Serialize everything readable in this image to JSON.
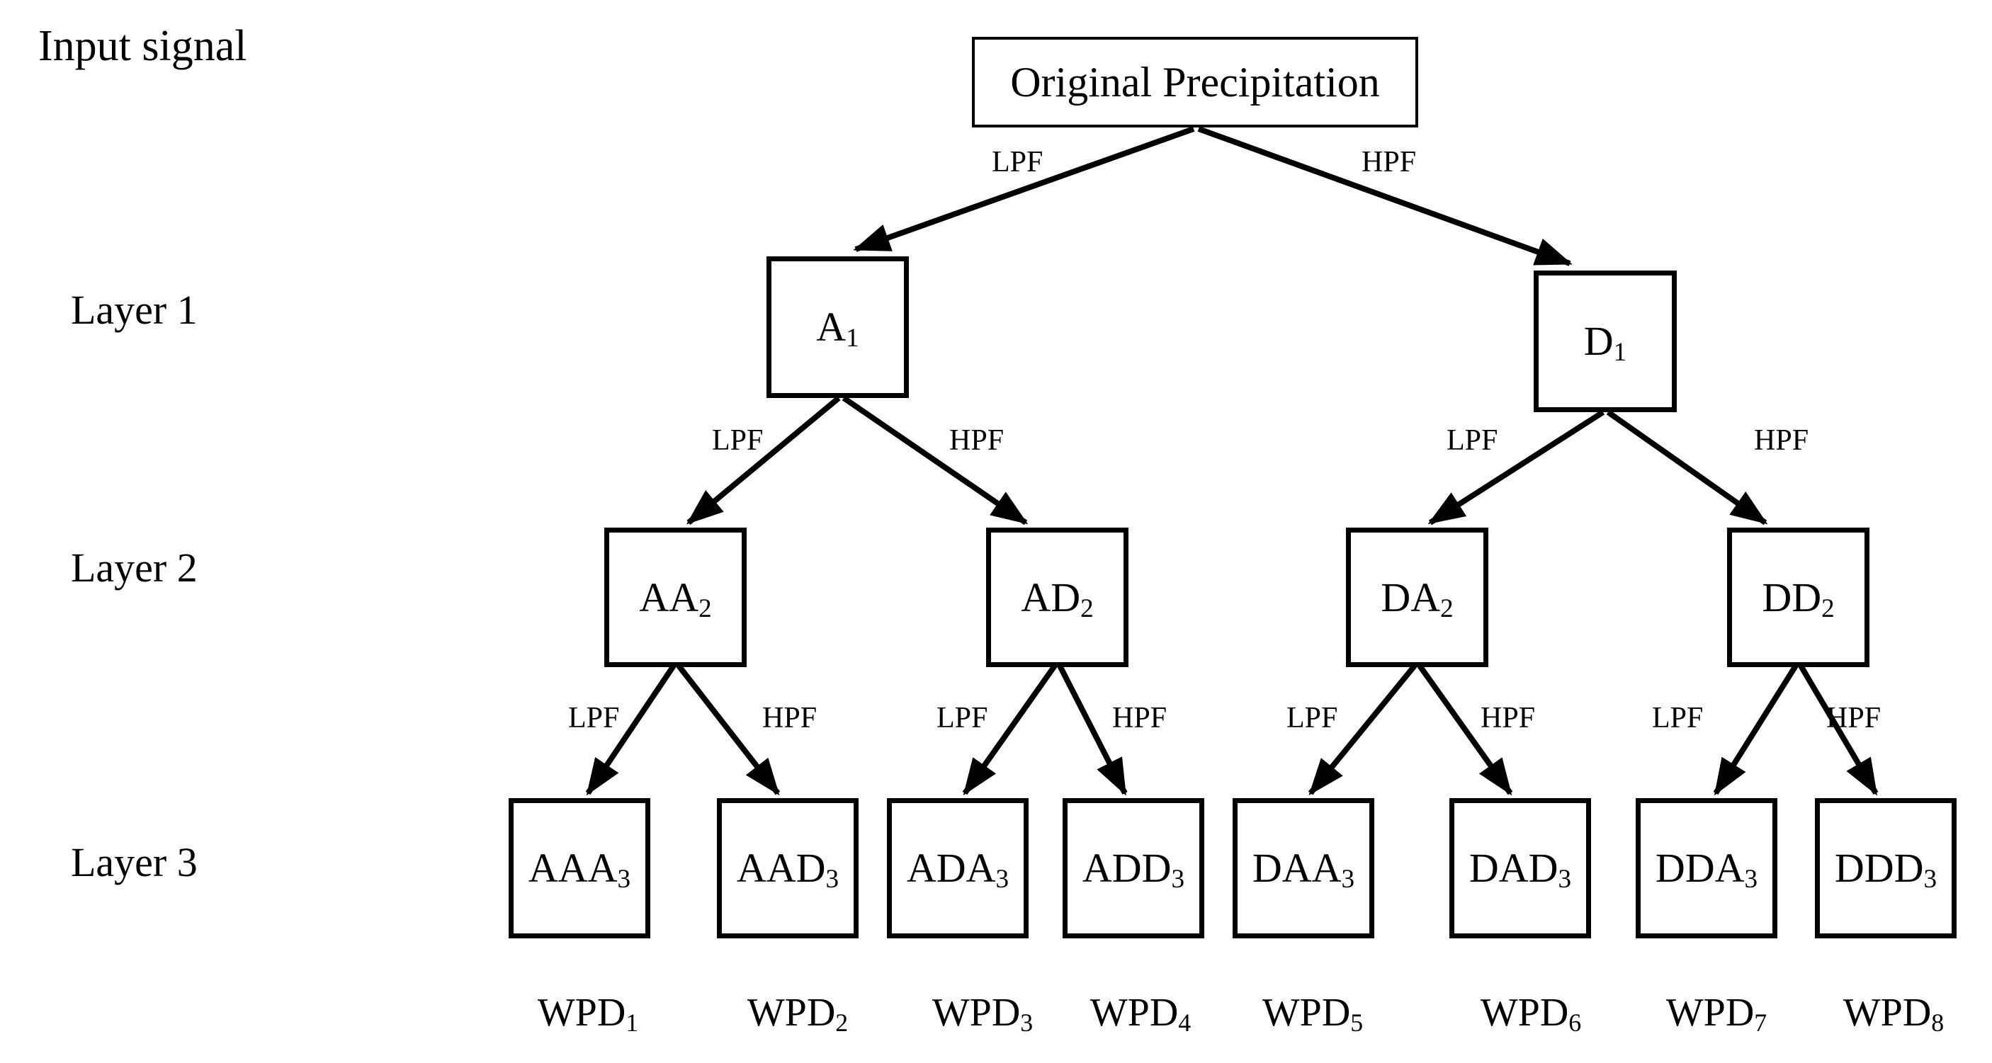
{
  "title": {
    "input_signal": "Input signal"
  },
  "layer_labels": [
    {
      "label": "Layer 1"
    },
    {
      "label": "Layer 2"
    },
    {
      "label": "Layer 3"
    }
  ],
  "root": {
    "label": "Original Precipitation"
  },
  "filter_labels": {
    "lpf": "LPF",
    "hpf": "HPF"
  },
  "nodes": {
    "a1": {
      "text": "A",
      "sub": "1"
    },
    "d1": {
      "text": "D",
      "sub": "1"
    },
    "aa2": {
      "text": "AA",
      "sub": "2"
    },
    "ad2": {
      "text": "AD",
      "sub": "2"
    },
    "da2": {
      "text": "DA",
      "sub": "2"
    },
    "dd2": {
      "text": "DD",
      "sub": "2"
    },
    "aaa3": {
      "text": "AAA",
      "sub": "3"
    },
    "aad3": {
      "text": "AAD",
      "sub": "3"
    },
    "ada3": {
      "text": "ADA",
      "sub": "3"
    },
    "add3": {
      "text": "ADD",
      "sub": "3"
    },
    "daa3": {
      "text": "DAA",
      "sub": "3"
    },
    "dad3": {
      "text": "DAD",
      "sub": "3"
    },
    "dda3": {
      "text": "DDA",
      "sub": "3"
    },
    "ddd3": {
      "text": "DDD",
      "sub": "3"
    }
  },
  "outputs": [
    {
      "text": "WPD",
      "sub": "1"
    },
    {
      "text": "WPD",
      "sub": "2"
    },
    {
      "text": "WPD",
      "sub": "3"
    },
    {
      "text": "WPD",
      "sub": "4"
    },
    {
      "text": "WPD",
      "sub": "5"
    },
    {
      "text": "WPD",
      "sub": "6"
    },
    {
      "text": "WPD",
      "sub": "7"
    },
    {
      "text": "WPD",
      "sub": "8"
    }
  ],
  "tree": {
    "edges": [
      {
        "from": "Original Precipitation",
        "to": "A1",
        "filter": "LPF"
      },
      {
        "from": "Original Precipitation",
        "to": "D1",
        "filter": "HPF"
      },
      {
        "from": "A1",
        "to": "AA2",
        "filter": "LPF"
      },
      {
        "from": "A1",
        "to": "AD2",
        "filter": "HPF"
      },
      {
        "from": "D1",
        "to": "DA2",
        "filter": "LPF"
      },
      {
        "from": "D1",
        "to": "DD2",
        "filter": "HPF"
      },
      {
        "from": "AA2",
        "to": "AAA3",
        "filter": "LPF"
      },
      {
        "from": "AA2",
        "to": "AAD3",
        "filter": "HPF"
      },
      {
        "from": "AD2",
        "to": "ADA3",
        "filter": "LPF"
      },
      {
        "from": "AD2",
        "to": "ADD3",
        "filter": "HPF"
      },
      {
        "from": "DA2",
        "to": "DAA3",
        "filter": "LPF"
      },
      {
        "from": "DA2",
        "to": "DAD3",
        "filter": "HPF"
      },
      {
        "from": "DD2",
        "to": "DDA3",
        "filter": "LPF"
      },
      {
        "from": "DD2",
        "to": "DDD3",
        "filter": "HPF"
      }
    ]
  },
  "colors": {
    "ink": "#000000",
    "background": "#ffffff"
  }
}
